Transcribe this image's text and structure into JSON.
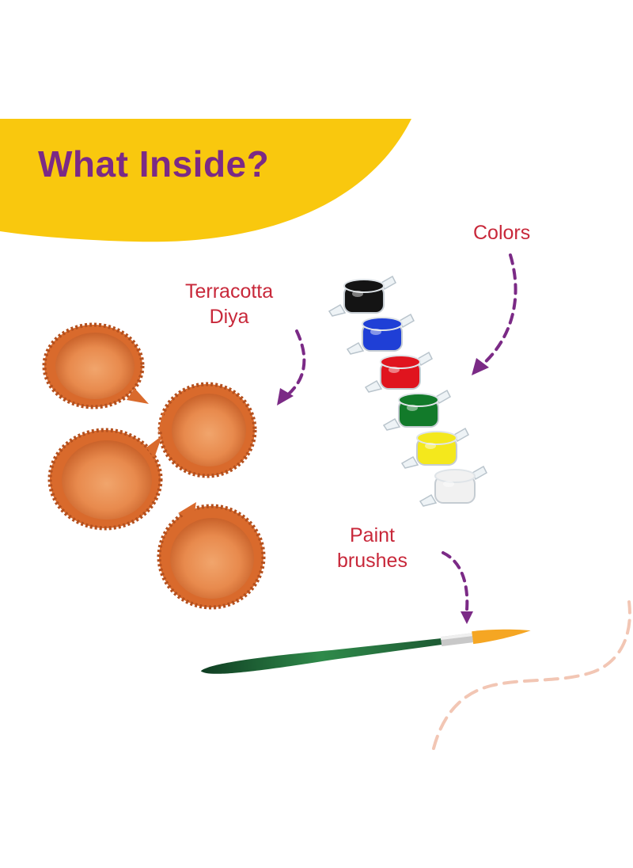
{
  "heading": "What Inside?",
  "labels": {
    "colors": "Colors",
    "diya_line1": "Terracotta",
    "diya_line2": "Diya",
    "brush_line1": "Paint",
    "brush_line2": "brushes"
  },
  "colors": {
    "banner": "#f9c80e",
    "heading": "#7b2a86",
    "label": "#c8283a",
    "arrow": "#7b2a86",
    "wave": "#f2c6b4",
    "terracotta": "#e37a3a"
  },
  "paint_pots": [
    {
      "color": "#141414",
      "name": "black"
    },
    {
      "color": "#1f3fd6",
      "name": "blue"
    },
    {
      "color": "#e0141e",
      "name": "red"
    },
    {
      "color": "#127a2a",
      "name": "green"
    },
    {
      "color": "#f4e81c",
      "name": "yellow"
    },
    {
      "color": "#f1f1f1",
      "name": "white"
    }
  ]
}
